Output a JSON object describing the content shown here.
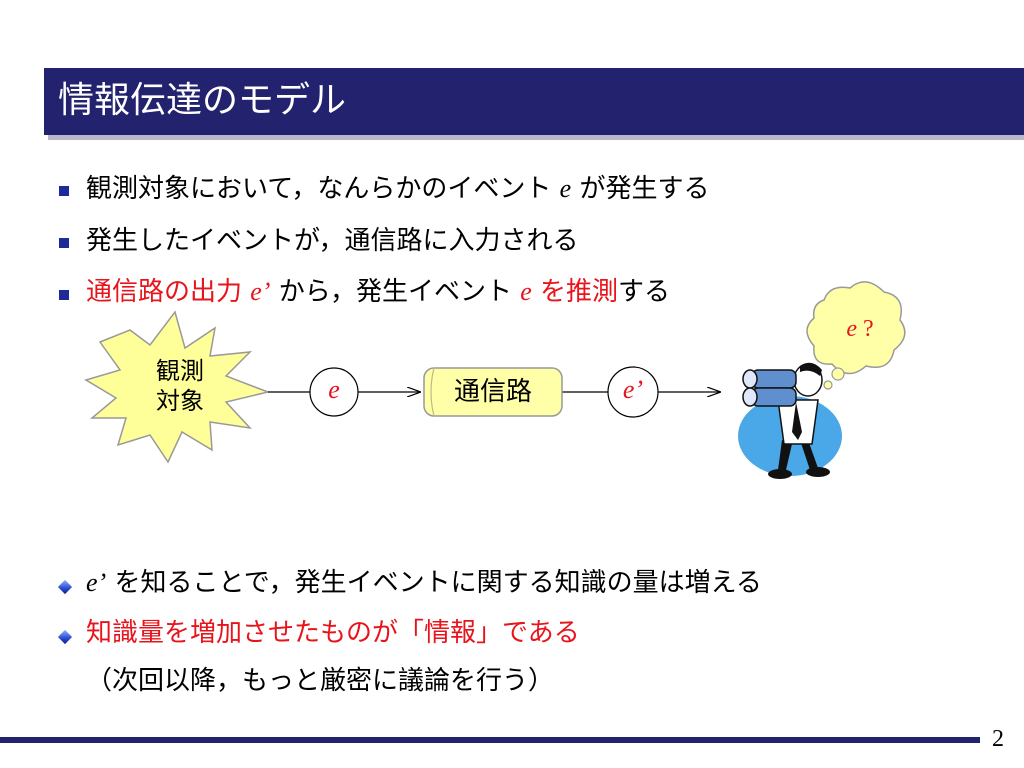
{
  "title": "情報伝達のモデル",
  "bullets_top": [
    {
      "a": "観測対象において，なんらかのイベント ",
      "var": "e",
      "b": " が発生する"
    },
    {
      "text": "発生したイベントが，通信路に入力される"
    },
    {
      "red1": "通信路の出力 ",
      "var1": "e’",
      "mid": " から，発生イベント ",
      "var2": "e",
      "red2": " を推測",
      "tail": "する"
    }
  ],
  "diagram": {
    "source_line1": "観測",
    "source_line2": "対象",
    "input_symbol": "e",
    "channel_label": "通信路",
    "output_symbol": "e’",
    "thought_var": "e",
    "thought_q": "?"
  },
  "bullets_bottom": [
    {
      "var": "e’",
      "text": " を知ることで，発生イベントに関する知識の量は増える"
    },
    {
      "text": "知識量を増加させたものが「情報」である"
    }
  ],
  "note": "（次回以降，もっと厳密に議論を行う）",
  "page_number": "2",
  "colors": {
    "title_bg": "#22226e",
    "accent_red": "#e8141c",
    "bullet_blue": "#1e2a9a",
    "channel_fill": "#ffffa8",
    "star_fill": "#ffff99"
  }
}
